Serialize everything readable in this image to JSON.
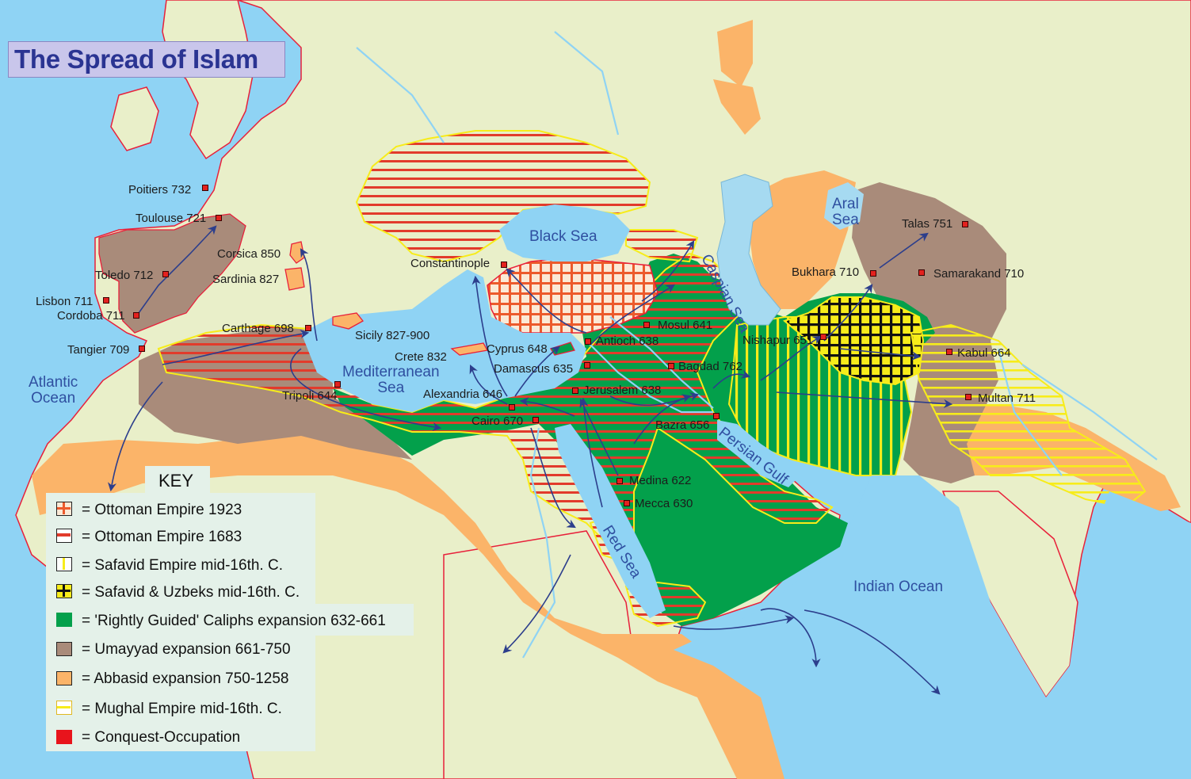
{
  "title": "The Spread of Islam",
  "key": {
    "heading": "KEY",
    "items": [
      {
        "label": "= Ottoman Empire 1923",
        "swatch": "ottoman-1923"
      },
      {
        "label": "= Ottoman Empire 1683",
        "swatch": "ottoman-1683"
      },
      {
        "label": "= Safavid Empire mid-16th. C.",
        "swatch": "safavid"
      },
      {
        "label": "= Safavid & Uzbeks mid-16th. C.",
        "swatch": "safavid-uzbeks"
      },
      {
        "label": "= 'Rightly Guided' Caliphs expansion 632-661",
        "swatch": "rightly-guided"
      },
      {
        "label": "= Umayyad expansion 661-750",
        "swatch": "umayyad"
      },
      {
        "label": "= Abbasid expansion 750-1258",
        "swatch": "abbasid"
      },
      {
        "label": "= Mughal Empire mid-16th. C.",
        "swatch": "mughal"
      },
      {
        "label": "= Conquest-Occupation",
        "swatch": "conquest"
      }
    ]
  },
  "colors": {
    "water": "#8fd3f4",
    "land": "#e9efc9",
    "rightly_guided": "#03a04b",
    "umayyad": "#a98b7a",
    "abbasid": "#fbb469",
    "ottoman_line": "#e23b2b",
    "mughal_line": "#f7ec1a",
    "border": "#e8203a",
    "arrow": "#2c3e8c"
  },
  "seas": {
    "atlantic": "Atlantic\nOcean",
    "mediterranean": "Mediterranean\nSea",
    "black": "Black Sea",
    "caspian": "Caspian Sea",
    "aral": "Aral\nSea",
    "red": "Red Sea",
    "persian": "Persian Gulf",
    "indian": "Indian Ocean"
  },
  "cities": {
    "poitiers": "Poitiers 732",
    "toulouse": "Toulouse 721",
    "corsica": "Corsica 850",
    "sardinia": "Sardinia 827",
    "toledo": "Toledo 712",
    "lisbon": "Lisbon 711",
    "cordoba": "Cordoba 711",
    "carthage": "Carthage 698",
    "tangier": "Tangier 709",
    "sicily": "Sicily 827-900",
    "crete": "Crete 832",
    "cyprus": "Cyprus 648",
    "damascus": "Damascus 635",
    "tripoli": "Tripoli 644",
    "alexandria": "Alexandria 646",
    "cairo": "Cairo 670",
    "constantinople": "Constantinople",
    "antioch": "Antioch 638",
    "mosul": "Mosul 641",
    "bagdad": "Bagdad 762",
    "jerusalem": "Jerusalem 638",
    "bazra": "Bazra 656",
    "medina": "Medina 622",
    "mecca": "Mecca 630",
    "nishapur": "Nishapur 651",
    "bukhara": "Bukhara 710",
    "samarakand": "Samarakand 710",
    "talas": "Talas 751",
    "kabul": "Kabul 664",
    "multan": "Multan 711"
  }
}
